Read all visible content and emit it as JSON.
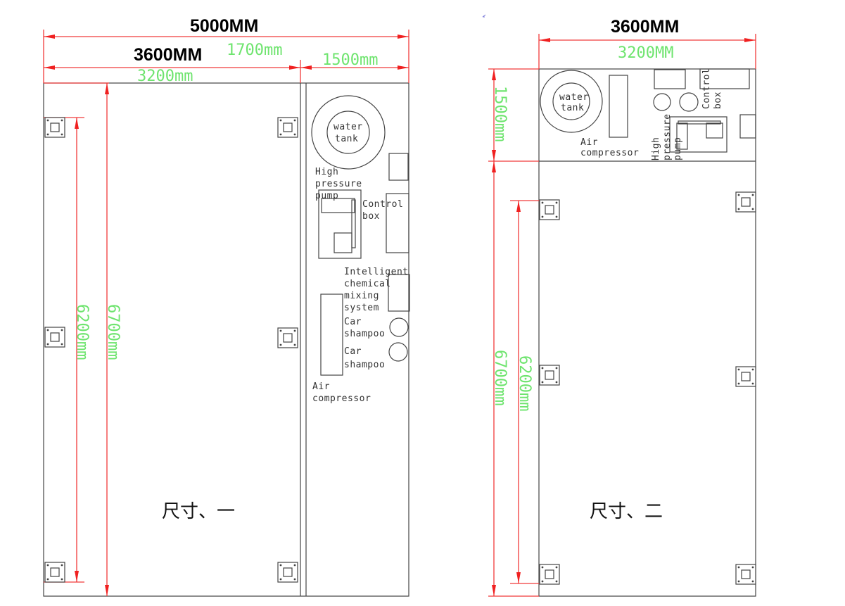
{
  "layout_one": {
    "caption": "尺寸、一",
    "dim_total_width": "5000MM",
    "dim_total_width_ghost": "1700mm",
    "dim_wash_width": "3600MM",
    "dim_wash_width_ghost": "3200mm",
    "dim_equipment_width": "1500mm",
    "dim_mount_length": "6200mm",
    "dim_total_length": "6700mm",
    "labels": {
      "water": "water",
      "tank": "tank",
      "high": "High",
      "pressure": "pressure",
      "pump": "pump",
      "control": "Control",
      "box": "box",
      "intelligent": "Intelligent",
      "chemical": "chemical",
      "mixing": "mixing",
      "system": "system",
      "car1": "Car",
      "shampoo1": "shampoo",
      "car2": "Car",
      "shampoo2": "shampoo",
      "air": "Air",
      "compressor": "compressor"
    }
  },
  "layout_two": {
    "caption": "尺寸、二",
    "dim_width": "3600MM",
    "dim_width_ghost": "3200MM",
    "dim_equipment_depth": "1500mm",
    "dim_total_length": "6700mm",
    "dim_mount_length": "6200mm",
    "labels": {
      "water": "water",
      "tank": "tank",
      "air": "Air",
      "compressor": "compressor",
      "high": "High",
      "pressure": "pressure",
      "pump": "pump",
      "control": "Control",
      "box": "box"
    }
  },
  "colors": {
    "dimension": "#f03a3a",
    "dimension_text": "#6ee46e",
    "outline": "#444444"
  }
}
